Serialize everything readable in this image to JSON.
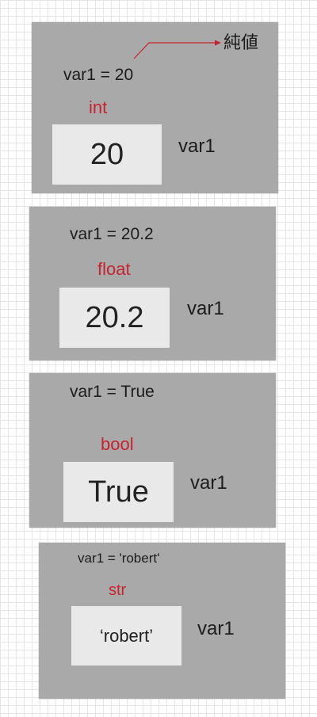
{
  "colors": {
    "panel": "#a9a9a9",
    "value_box": "#e9e9e9",
    "type_label": "#c7232e",
    "arrow": "#c7232e"
  },
  "annotation": {
    "label": "純値"
  },
  "panels": [
    {
      "assignment": "var1 = 20",
      "type": "int",
      "value": "20",
      "var": "var1"
    },
    {
      "assignment": "var1 = 20.2",
      "type": "float",
      "value": "20.2",
      "var": "var1"
    },
    {
      "assignment": "var1 = True",
      "type": "bool",
      "value": "True",
      "var": "var1"
    },
    {
      "assignment": "var1 = 'robert'",
      "type": "str",
      "value": "‘robert’",
      "var": "var1"
    }
  ]
}
